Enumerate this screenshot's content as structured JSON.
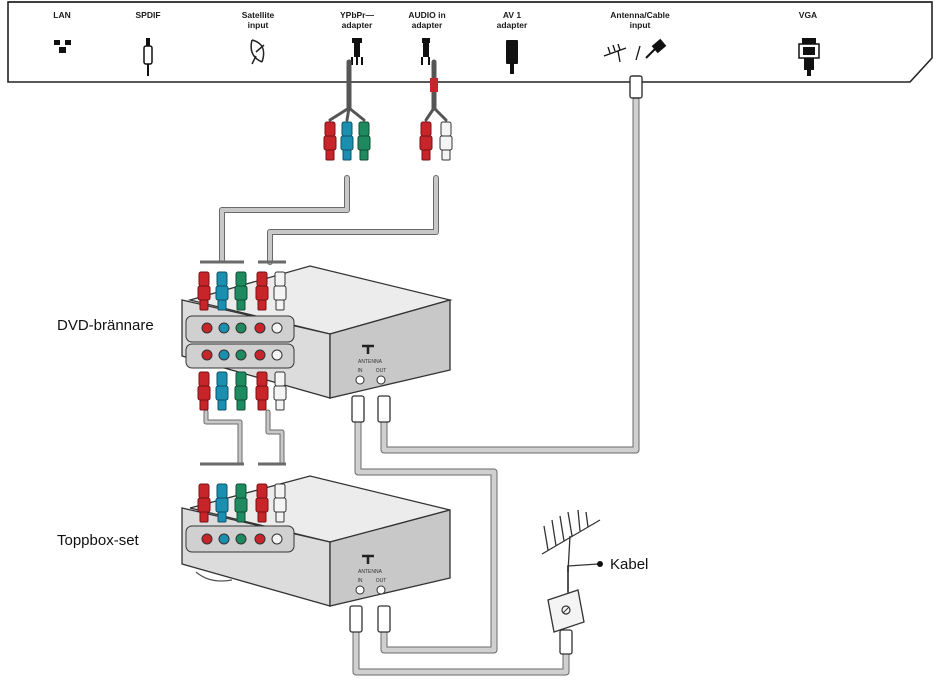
{
  "tv_panel": {
    "ports": [
      {
        "id": "lan",
        "lines": [
          "LAN"
        ],
        "icon": "network-icon"
      },
      {
        "id": "spdif",
        "lines": [
          "SPDIF"
        ],
        "icon": "rca-plug-icon"
      },
      {
        "id": "satellite",
        "lines": [
          "Satellite",
          "input"
        ],
        "icon": "satellite-dish-icon"
      },
      {
        "id": "ypbpr",
        "lines": [
          "YPbPr—",
          "adapter"
        ],
        "icon": "multi-plug-icon"
      },
      {
        "id": "audio",
        "lines": [
          "AUDIO in",
          "adapter"
        ],
        "icon": "stereo-plug-icon"
      },
      {
        "id": "av1",
        "lines": [
          "AV 1",
          "adapter"
        ],
        "icon": "scart-adapter-icon"
      },
      {
        "id": "antenna",
        "lines": [
          "Antenna/Cable",
          "input"
        ],
        "icon": "antenna-cable-icon"
      },
      {
        "id": "vga",
        "lines": [
          "VGA"
        ],
        "icon": "vga-connector-icon"
      }
    ]
  },
  "devices": {
    "dvd_label": "DVD-brännare",
    "stb_label": "Toppbox-set",
    "antenna_label": "Kabel"
  },
  "device_panel": {
    "antenna_text": "ANTENNA",
    "in_text": "IN",
    "out_text": "OUT"
  },
  "colors": {
    "red": "#c8252b",
    "blue": "#1b8fb0",
    "green": "#1f8a60",
    "white": "#f4f4f4",
    "cable": "#bdbdbd",
    "cable_edge": "#6a6a6a",
    "box_top": "#ececec",
    "box_front": "#d8d8d8",
    "box_side": "#c6c6c6"
  }
}
